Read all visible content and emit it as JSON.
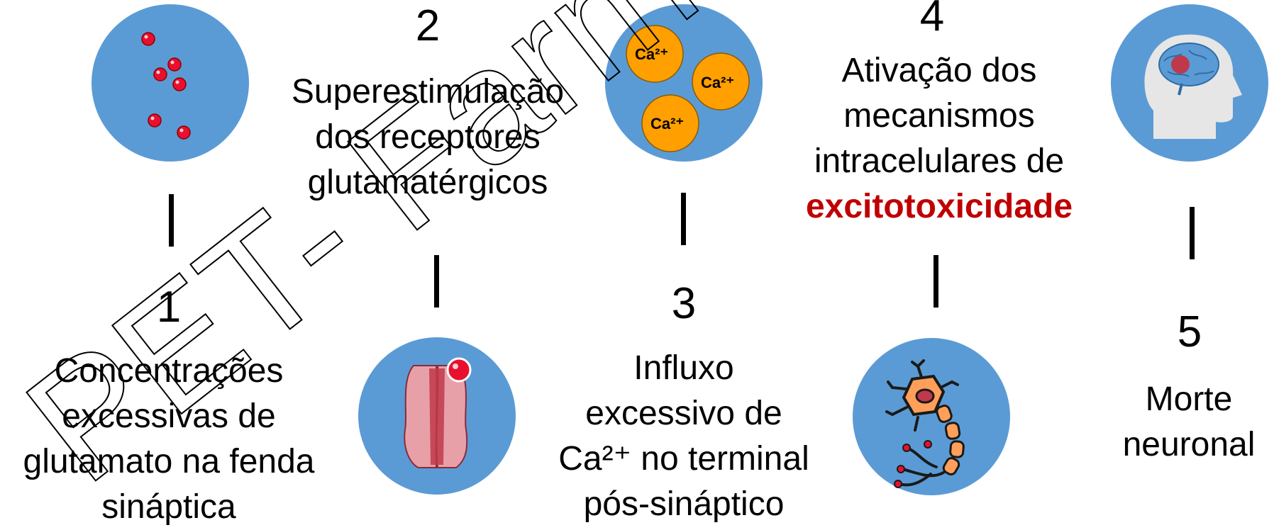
{
  "steps": [
    {
      "number": "1",
      "lines": [
        "Concentrações",
        "excessivas de",
        "glutamato na fenda",
        "sináptica"
      ],
      "icon": "glutamate-molecules-icon"
    },
    {
      "number": "2",
      "lines": [
        "Superestimulação",
        "dos receptores",
        "glutamatérgicos"
      ],
      "icon": "glutamate-receptor-icon"
    },
    {
      "number": "3",
      "lines": [
        "Influxo",
        "excessivo de",
        "Ca²⁺ no terminal",
        "pós-sináptico"
      ],
      "icon": "calcium-ions-icon"
    },
    {
      "number": "4",
      "lines": [
        "Ativação dos",
        "mecanismos",
        "intracelulares de"
      ],
      "highlight": "excitotoxicidade",
      "icon": "neuron-icon"
    },
    {
      "number": "5",
      "lines": [
        "Morte",
        "neuronal"
      ],
      "icon": "brain-head-icon"
    }
  ],
  "calcium_label": "Ca²⁺",
  "watermark": "PET- Farmácia",
  "colors": {
    "circle": "#5b9bd5",
    "highlight": "#c00000",
    "ion": "#ff9f00",
    "molecule": "#e8102e"
  }
}
